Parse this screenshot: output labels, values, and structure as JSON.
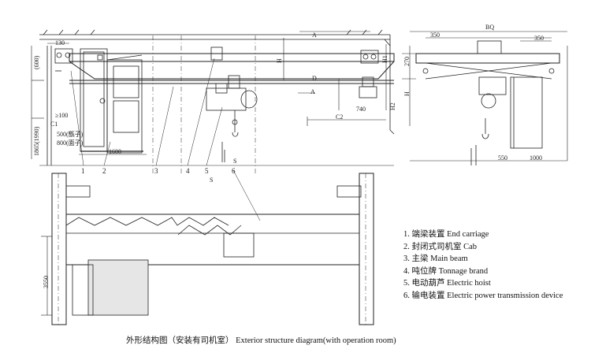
{
  "dimensions": {
    "d130": "130",
    "d600": "(600)",
    "d1865": "1865(1990)",
    "d100": "≥100",
    "c1": "C1",
    "d500": "500(甑子)",
    "d800": "800(面子)",
    "d1600": "1600",
    "s": "S",
    "a": "A",
    "aa": "A",
    "d": "D",
    "c2": "C2",
    "d740": "740",
    "h1": "H1",
    "h2": "H2",
    "h": "H",
    "hh": "H",
    "s2": "S",
    "d3550": "3550",
    "d550": "550",
    "d1000": "1000",
    "d350": "350",
    "d350b": "350",
    "bq": "BQ",
    "d270": "270"
  },
  "callouts": [
    "1",
    "2",
    "3",
    "4",
    "5",
    "6"
  ],
  "legend": [
    "1. 端梁装置 End carriage",
    "2. 封闭式司机室 Cab",
    "3. 主梁 Main beam",
    "4. 吨位牌 Tonnage brand",
    "5. 电动葫芦 Electric hoist",
    "6. 输电装置 Electric power transmission device"
  ],
  "caption": "外形结构图（安装有司机室） Exterior structure diagram(with operation room)"
}
